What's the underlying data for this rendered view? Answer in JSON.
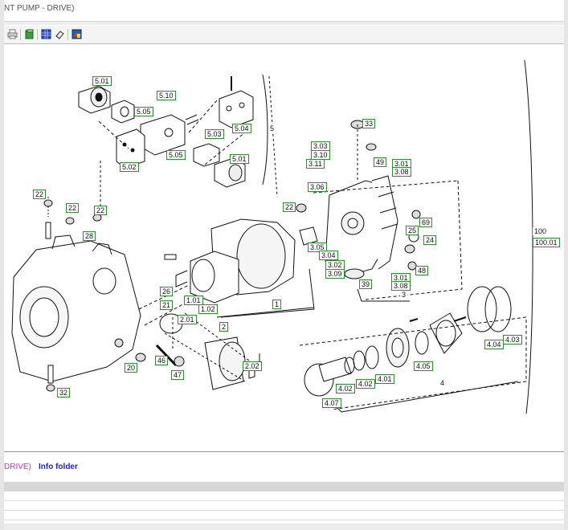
{
  "window": {
    "title": "NT PUMP - DRIVE)"
  },
  "toolbar": {
    "buttons": [
      {
        "name": "print-icon"
      },
      {
        "name": "green-book-icon"
      },
      {
        "name": "blue-grid-icon"
      },
      {
        "name": "eraser-icon"
      },
      {
        "name": "export-icon"
      }
    ]
  },
  "callouts": [
    "5.01",
    "5.10",
    "5.05",
    "5.03",
    "5.04",
    "5",
    "5.02",
    "5.05",
    "5.01",
    "33",
    "3.03",
    "3.10",
    "3.11",
    "49",
    "3.01",
    "3.08",
    "3.06",
    "22",
    "22",
    "22",
    "28",
    "22",
    "69",
    "25",
    "24",
    "3.05",
    "3.04",
    "3.02",
    "3.09",
    "39",
    "48",
    "3.01",
    "3.08",
    "3",
    "100",
    "100.01",
    "26",
    "21",
    "1.01",
    "1.02",
    "1",
    "2.01",
    "2",
    "20",
    "46",
    "47",
    "2.02",
    "32",
    "4.05",
    "4.01",
    "4.02",
    "4.02",
    "4.04",
    "4.03",
    "4",
    "4.07"
  ],
  "footer": {
    "crumb": "DRIVE)",
    "info_link": "Info folder"
  }
}
